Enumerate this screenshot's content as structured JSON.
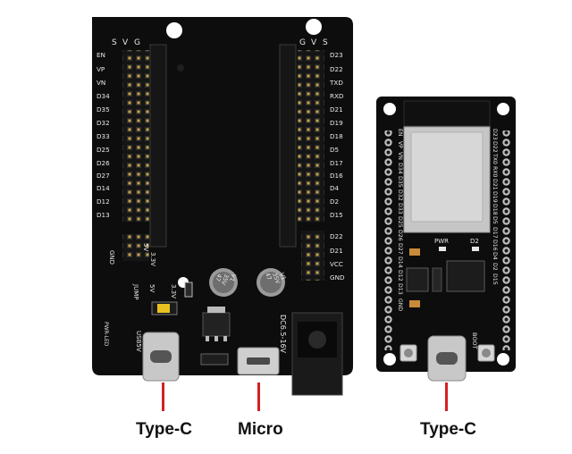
{
  "labels": {
    "captions": [
      "Type-C",
      "Micro",
      "Type-C"
    ]
  },
  "carrier_board": {
    "header_letters_left": [
      "S",
      "V",
      "G"
    ],
    "header_letters_right": [
      "G",
      "V",
      "S"
    ],
    "pins_left": [
      "EN",
      "VP",
      "VN",
      "D34",
      "D35",
      "D32",
      "D33",
      "D25",
      "D26",
      "D27",
      "D14",
      "D12",
      "D13"
    ],
    "pins_right": [
      "D23",
      "D22",
      "TXD",
      "RXD",
      "D21",
      "D19",
      "D18",
      "D5",
      "D17",
      "D16",
      "D4",
      "D2",
      "D15"
    ],
    "pins_aux": [
      "D22",
      "D21",
      "VCC",
      "GND"
    ],
    "power_labels": [
      "5V",
      "3.3V",
      "GND"
    ],
    "cap_left_marks": [
      "47",
      "35V",
      "V1"
    ],
    "cap_right_marks": [
      "47",
      "35V",
      "V1"
    ],
    "jumper_label": "JUMP",
    "sel_labels": [
      "5V",
      "3.3V"
    ],
    "usb_label": "USB5V",
    "led_label": "PWR-LED",
    "dc_label": "DC6.5-16V"
  },
  "devkit": {
    "pins_top": [
      "EN",
      "VP",
      "VN",
      "D34",
      "D35",
      "D32",
      "D33",
      "D25",
      "D26",
      "D27",
      "D14",
      "D12",
      "D13"
    ],
    "pins_bottom": [
      "D23",
      "D22",
      "TX0",
      "RX0",
      "D21",
      "D19",
      "D18",
      "D5",
      "D17",
      "D16",
      "D4",
      "D2",
      "D15"
    ],
    "pwr_label": "PWR",
    "d2_label": "D2",
    "boot_label": "BOOT",
    "gnd_label": "GND"
  },
  "colors": {
    "pcb": "#0d0d0d",
    "silkscreen": "#e8e8e8",
    "lead_line": "#d42020",
    "header_gold": "#c9a24a"
  }
}
